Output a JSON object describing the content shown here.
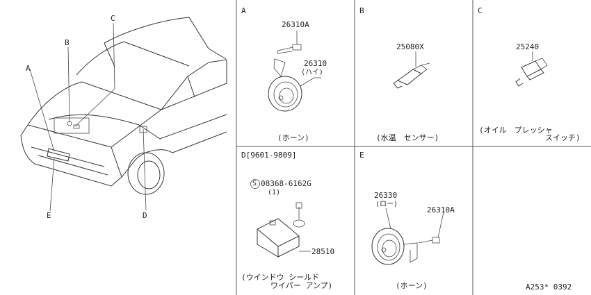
{
  "car_callouts": {
    "a": "A",
    "b": "B",
    "c": "C",
    "d": "D",
    "e": "E"
  },
  "panels": {
    "a": {
      "letter": "A",
      "part_bolt": "26310A",
      "part_horn": "26310",
      "horn_note": "(ハイ)",
      "caption": "(ホーン)"
    },
    "b": {
      "letter": "B",
      "part": "25080X",
      "caption": "(水温　センサー)"
    },
    "c": {
      "letter": "C",
      "part": "25240",
      "caption_line1": "(オイル　プレッシャ",
      "caption_line2": "スイッチ)"
    },
    "d": {
      "letter_range": "D[9601-9809]",
      "screw_symbol": "S",
      "part_screw": "08368-6162G",
      "screw_qty": "(1)",
      "part_relay": "28510",
      "caption_line1": "(ウインドウ シールド",
      "caption_line2": "ワイパー アンプ)"
    },
    "e": {
      "letter": "E",
      "part_horn": "26330",
      "horn_note": "(ロー)",
      "part_bolt": "26310A",
      "caption": "(ホーン)"
    }
  },
  "diagram_code": "A253* 0392"
}
